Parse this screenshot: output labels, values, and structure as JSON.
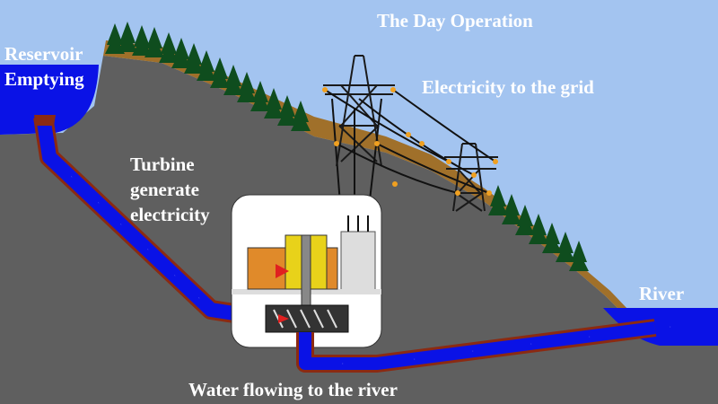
{
  "title": "The Day Operation",
  "labels": {
    "reservoir_line1": "Reservoir",
    "reservoir_line2": "Emptying",
    "grid": "Electricity to the grid",
    "turbine_line1": "Turbine",
    "turbine_line2": "generate",
    "turbine_line3": "electricity",
    "river": "River",
    "water_flow": "Water flowing to the river"
  },
  "colors": {
    "sky": "#a3c4f0",
    "ground": "#5f5f5f",
    "soil": "#a0702a",
    "water": "#0a12e6",
    "pipe_outline": "#8b2a12",
    "tree": "#0f4d1e",
    "powerhouse": "#ffffff",
    "generator": "#e8d21a",
    "stator": "#e08a2a",
    "label_text": "#ffffff"
  }
}
